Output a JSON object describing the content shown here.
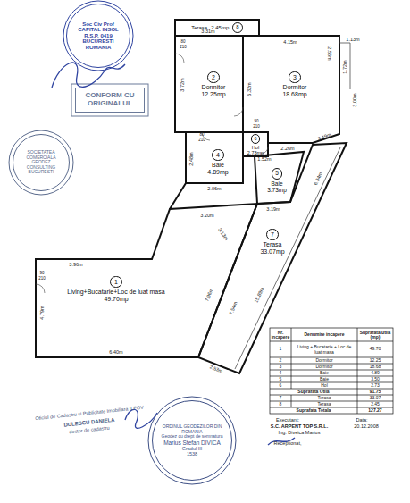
{
  "diagram": {
    "nodes": [
      {
        "text": [
          "Terasa",
          "2.45mp",
          "8"
        ]
      },
      {
        "text": [
          "2",
          "Dormitor",
          "12.25mp"
        ]
      },
      {
        "text": [
          "3",
          "Dormitor",
          "18.68mp"
        ]
      },
      {
        "text": [
          "4",
          "Baie",
          "4.89mp"
        ]
      },
      {
        "text": [
          "6",
          "Hol",
          "2.73mp"
        ]
      },
      {
        "text": [
          "5",
          "Baie",
          "3.73mp"
        ]
      },
      {
        "text": [
          "1",
          "Living+Bucatarie+Loc de luat masa",
          "49.70mp"
        ]
      },
      {
        "text": [
          "7",
          "Terasa",
          "33.07mp"
        ]
      },
      {
        "text": [
          "Soc Civ Prof",
          "CAPITAL INSOL",
          "R.S.P. 0419",
          "BUCURESTI",
          "ROMANIA"
        ]
      },
      {
        "text": [
          "CONFORM CU ORIGINALUL"
        ]
      },
      {
        "text": [
          "SOCIETATEA COMERCIALA",
          "GEODEZ CONSULTING",
          "BUCURESTI"
        ]
      },
      {
        "text": [
          "ORDINUL GEODEZILOR DIN ROMANIA",
          "Geodez cu drept de semnatura",
          "Marius Stefan DIVICA",
          "Gradul III",
          "1538"
        ]
      }
    ],
    "labels": [
      "3.31m",
      "3.72m",
      "4.15m",
      "2.55m",
      "1.13m",
      "1.72m",
      "3.00m",
      "5.32m",
      "3.49m",
      "2.48m",
      "2.06m",
      "2.26m",
      "1.52m",
      "6.34m",
      "3.19m",
      "3.20m",
      "3.13m",
      "3.96m",
      "4.79m",
      "7.96m",
      "7.54m",
      "15.89m",
      "6.40m",
      "2.53m",
      "80",
      "210",
      "90",
      "210",
      "80",
      "210",
      "90",
      "210",
      "Nr. incapere",
      "Denumire incapere",
      "Suprafata utila (mp)",
      "1",
      "Living + Bucatarie + Loc de luat masa",
      "49.70",
      "2",
      "Dormitor",
      "12.25",
      "3",
      "Dormitor",
      "18.68",
      "4",
      "Baie",
      "4.89",
      "5",
      "Baie",
      "3.50",
      "6",
      "Hol",
      "2.73",
      "Suprafata Utila",
      "91.75",
      "7",
      "Terasa",
      "33.07",
      "8",
      "Terasa",
      "2.45",
      "Suprafata Totala",
      "127.27",
      "Executant:",
      "Data:",
      "S.C. ARPENT TOP S.R.L.",
      "20.12.2008",
      "Ing. Diveica Marius",
      "Receptionat,",
      "Oficiul de Cadastru si Publicitate Imobiliara ILFOV",
      "DULESCU DANIELA",
      "doctor de cadastru"
    ]
  }
}
